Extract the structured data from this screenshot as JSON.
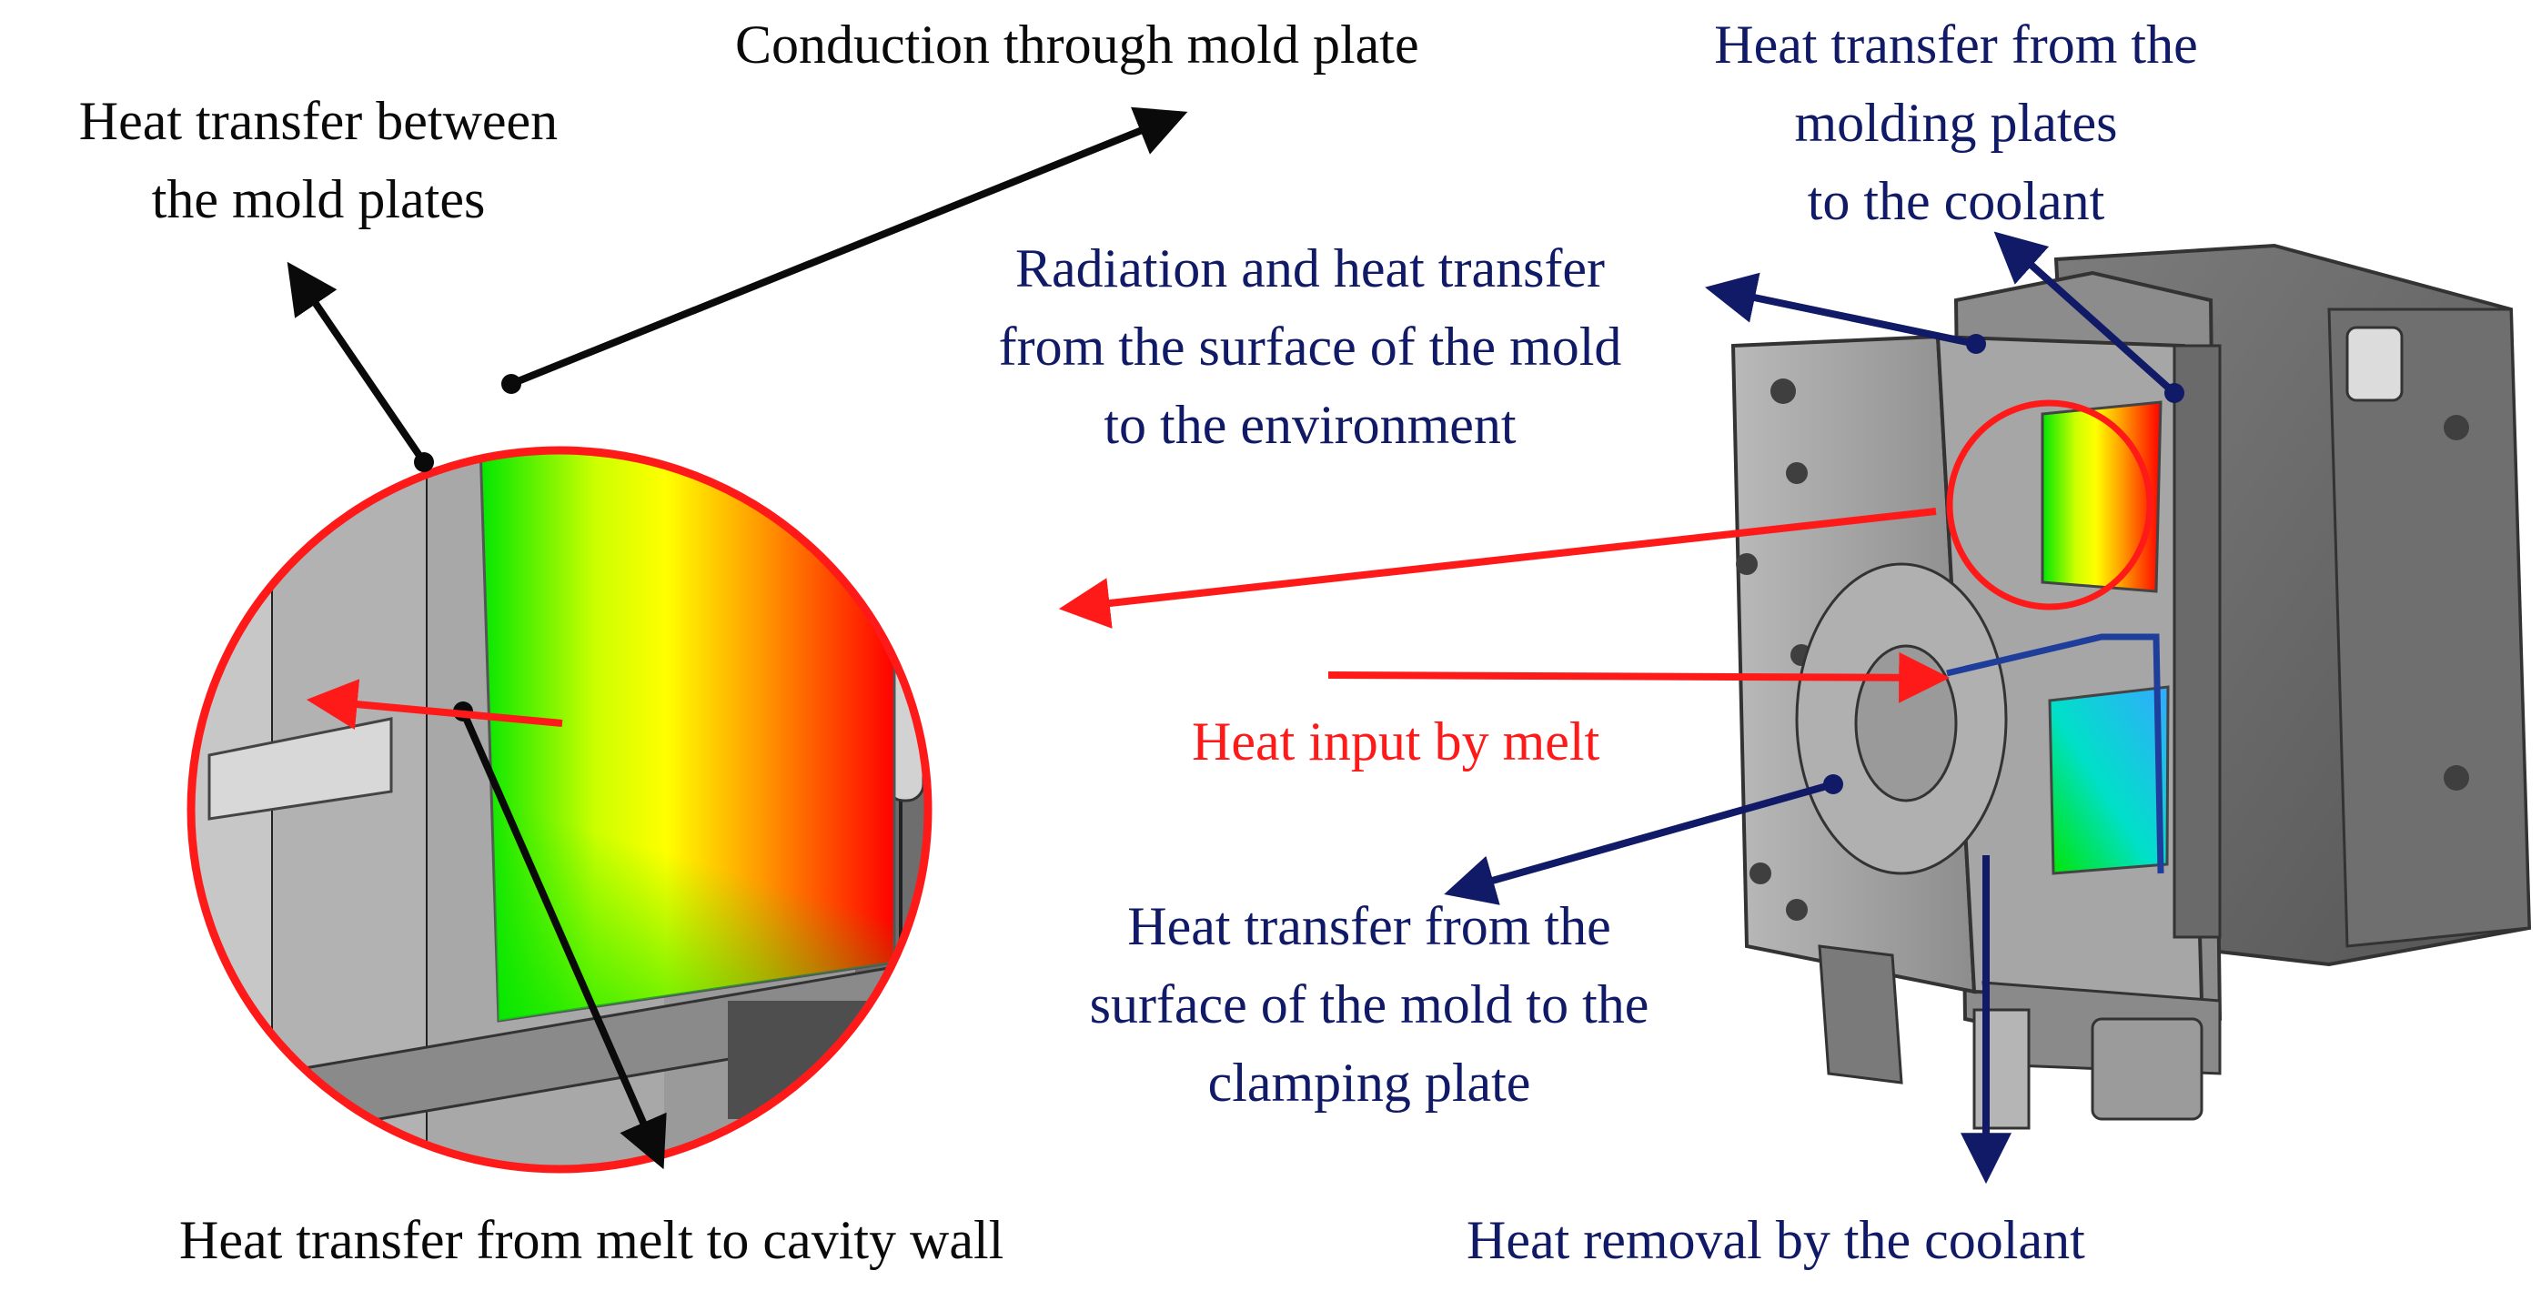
{
  "labels": {
    "conduction": "Conduction through mold plate",
    "between_plates": [
      "Heat transfer between",
      "the mold plates"
    ],
    "to_coolant": [
      "Heat transfer from the",
      "molding plates",
      "to the coolant"
    ],
    "radiation": [
      "Radiation and heat transfer",
      "from the surface of the mold",
      "to the environment"
    ],
    "heat_input": "Heat input by melt",
    "to_clamping": [
      "Heat transfer from the",
      "surface of the mold to the",
      "clamping plate"
    ],
    "melt_to_wall": "Heat transfer from melt to cavity wall",
    "removal": "Heat removal by the coolant"
  },
  "colors": {
    "black_text": "#0a0a0a",
    "navy_text": "#101a66",
    "red_text": "#ff1a1a",
    "circle_outline": "#ff1a1a",
    "gradient": [
      "#00e600",
      "#ffff00",
      "#ff9900",
      "#ff0000"
    ],
    "cool_gradient": [
      "#00e600",
      "#00e0e0",
      "#33aaff"
    ]
  },
  "icons": [
    "arrow-black",
    "arrow-navy",
    "arrow-red",
    "zoom-circle",
    "mold-assembly"
  ]
}
